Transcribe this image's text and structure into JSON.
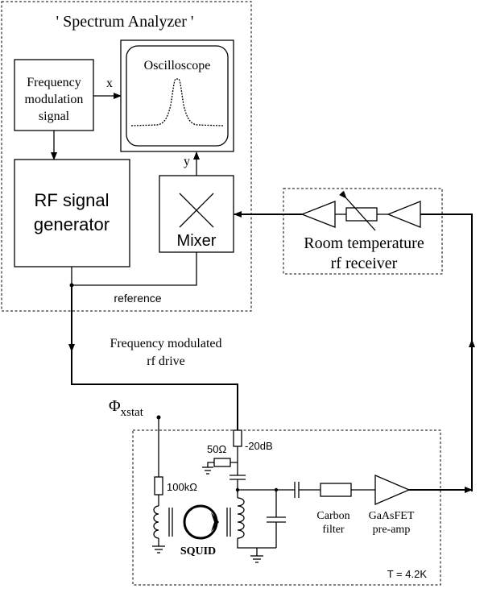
{
  "spectrum_analyzer": {
    "title": "' Spectrum Analyzer '",
    "freq_mod": {
      "line1": "Frequency",
      "line2": "modulation",
      "line3": "signal"
    },
    "oscilloscope": "Oscilloscope",
    "rf_generator": {
      "line1": "RF signal",
      "line2": "generator"
    },
    "mixer": "Mixer",
    "x_label": "x",
    "y_label": "y",
    "reference": "reference"
  },
  "receiver": {
    "line1": "Room temperature",
    "line2": "rf receiver"
  },
  "drive": {
    "line1": "Frequency modulated",
    "line2": "rf drive"
  },
  "flux": {
    "symbol": "Φ",
    "subscript": "xstat"
  },
  "cryostat": {
    "r_100k": "100kΩ",
    "r_50": "50Ω",
    "attenuator": "-20dB",
    "squid": "SQUID",
    "carbon": {
      "line1": "Carbon",
      "line2": "filter"
    },
    "preamp": {
      "line1": "GaAsFET",
      "line2": "pre-amp"
    },
    "temperature": "T = 4.2K"
  }
}
